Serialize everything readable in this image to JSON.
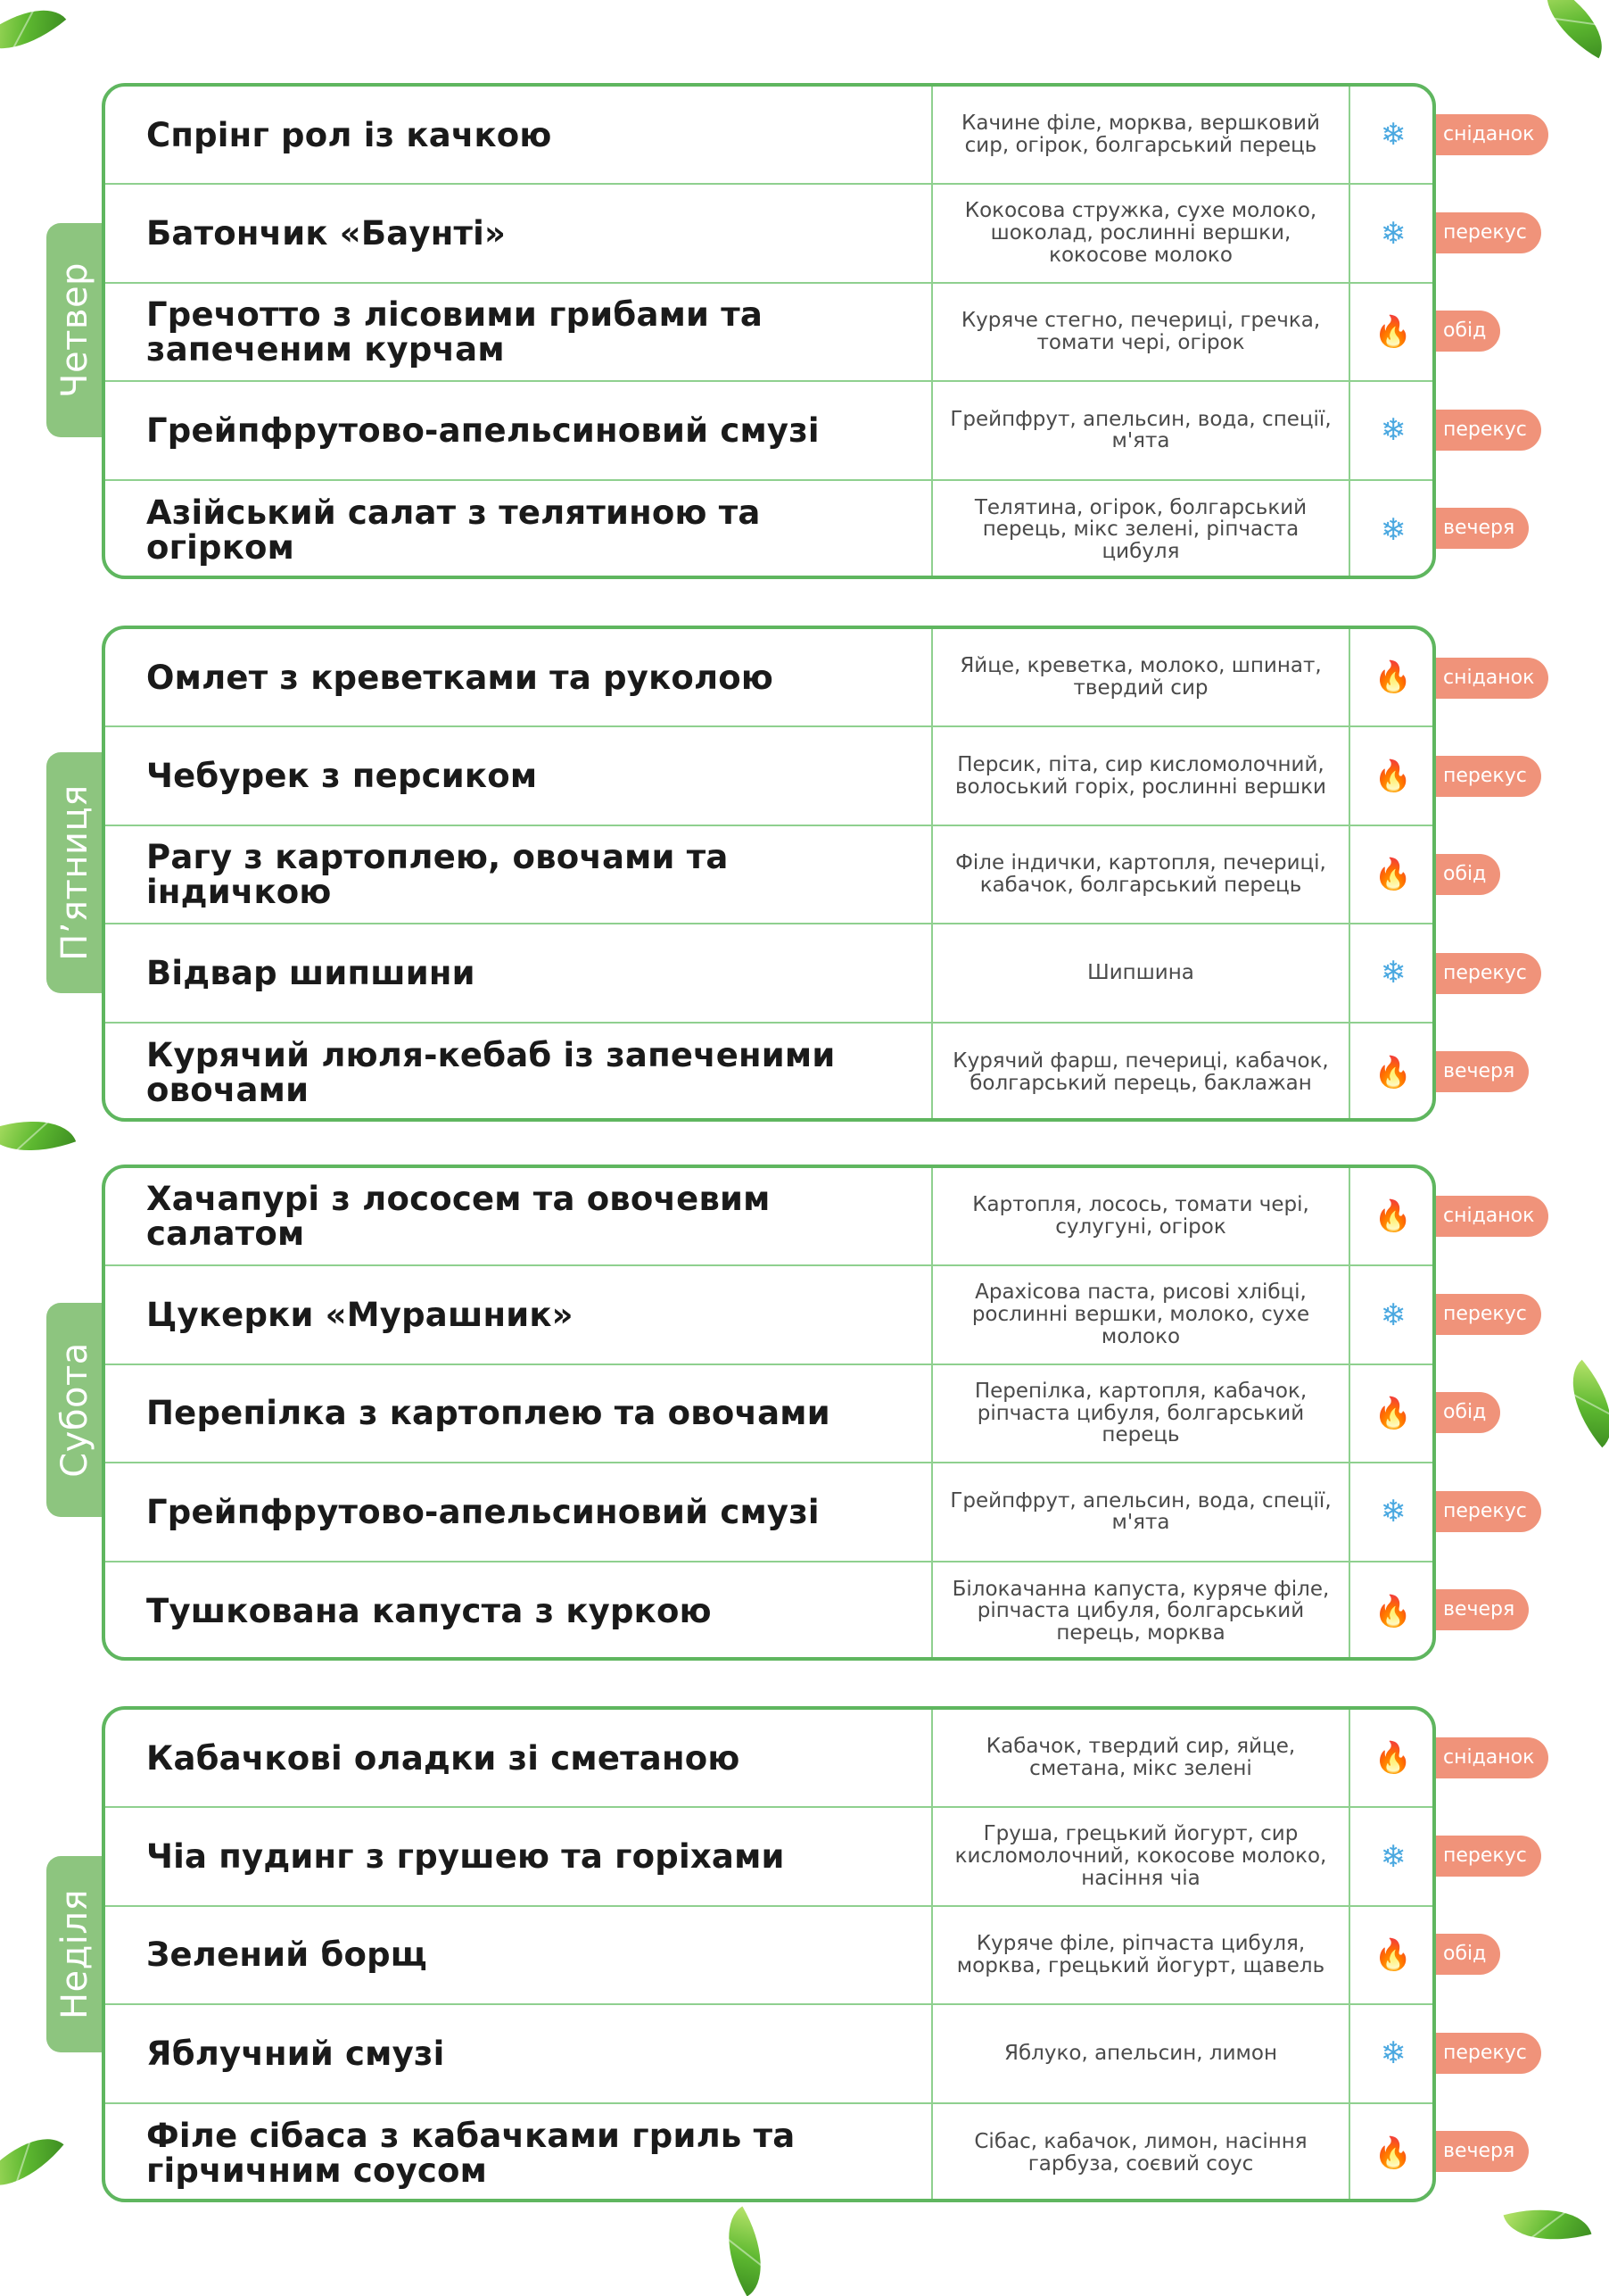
{
  "days": [
    {
      "name": "Четвер",
      "meals": [
        {
          "dish": "Спрінг рол із качкою",
          "ingredients": "Качине філе, морква, вершковий сир, огірок, болгарський перець",
          "prep": "cold",
          "meal_type": "сніданок"
        },
        {
          "dish": "Батончик «Баунті»",
          "ingredients": "Кокосова стружка, сухе молоко, шоколад, рослинні вершки, кокосове молоко",
          "prep": "cold",
          "meal_type": "перекус"
        },
        {
          "dish": "Гречотто з лісовими грибами та запеченим курчам",
          "ingredients": "Куряче стегно, печериці, гречка, томати чері, огірок",
          "prep": "hot",
          "meal_type": "обід"
        },
        {
          "dish": "Грейпфрутово-апельсиновий смузі",
          "ingredients": "Грейпфрут, апельсин, вода, спеції, м'ята",
          "prep": "cold",
          "meal_type": "перекус"
        },
        {
          "dish": "Азійський салат з телятиною та огірком",
          "ingredients": "Телятина, огірок, болгарський перець, мікс зелені, ріпчаста цибуля",
          "prep": "cold",
          "meal_type": "вечеря"
        }
      ]
    },
    {
      "name": "П’ятниця",
      "meals": [
        {
          "dish": "Омлет з креветками та руколою",
          "ingredients": "Яйце, креветка, молоко, шпинат, твердий сир",
          "prep": "hot",
          "meal_type": "сніданок"
        },
        {
          "dish": "Чебурек з персиком",
          "ingredients": "Персик, піта, сир кисломолочний, волоський горіх, рослинні вершки",
          "prep": "hot",
          "meal_type": "перекус"
        },
        {
          "dish": "Рагу з картоплею, овочами та індичкою",
          "ingredients": "Філе індички, картопля, печериці, кабачок, болгарський перець",
          "prep": "hot",
          "meal_type": "обід"
        },
        {
          "dish": "Відвар шипшини",
          "ingredients": "Шипшина",
          "prep": "cold",
          "meal_type": "перекус"
        },
        {
          "dish": "Курячий люля-кебаб із запеченими овочами",
          "ingredients": "Курячий фарш, печериці, кабачок, болгарський перець, баклажан",
          "prep": "hot",
          "meal_type": "вечеря"
        }
      ]
    },
    {
      "name": "Субота",
      "meals": [
        {
          "dish": "Хачапурі з лососем та овочевим салатом",
          "ingredients": "Картопля, лосось, томати чері, сулугуні, огірок",
          "prep": "hot",
          "meal_type": "сніданок"
        },
        {
          "dish": "Цукерки «Мурашник»",
          "ingredients": "Арахісова паста, рисові хлібці, рослинні вершки, молоко, сухе молоко",
          "prep": "cold",
          "meal_type": "перекус"
        },
        {
          "dish": "Перепілка з картоплею та овочами",
          "ingredients": "Перепілка, картопля, кабачок, ріпчаста цибуля, болгарський перець",
          "prep": "hot",
          "meal_type": "обід"
        },
        {
          "dish": "Грейпфрутово-апельсиновий смузі",
          "ingredients": "Грейпфрут, апельсин, вода, спеції, м'ята",
          "prep": "cold",
          "meal_type": "перекус"
        },
        {
          "dish": "Тушкована капуста з куркою",
          "ingredients": "Білокачанна капуста, куряче філе, ріпчаста цибуля, болгарський перець, морква",
          "prep": "hot",
          "meal_type": "вечеря"
        }
      ]
    },
    {
      "name": "Неділя",
      "meals": [
        {
          "dish": "Кабачкові оладки зі сметаною",
          "ingredients": "Кабачок, твердий сир, яйце, сметана, мікс зелені",
          "prep": "hot",
          "meal_type": "сніданок"
        },
        {
          "dish": "Чіа пудинг з грушею та горіхами",
          "ingredients": "Груша, грецький йогурт, сир кисломолочний, кокосове молоко, насіння чіа",
          "prep": "cold",
          "meal_type": "перекус"
        },
        {
          "dish": "Зелений борщ",
          "ingredients": "Куряче філе, ріпчаста цибуля, морква, грецький йогурт, щавель",
          "prep": "hot",
          "meal_type": "обід"
        },
        {
          "dish": "Яблучний смузі",
          "ingredients": "Яблуко, апельсин, лимон",
          "prep": "cold",
          "meal_type": "перекус"
        },
        {
          "dish": "Філе сібаса з кабачками гриль та гірчичним соусом",
          "ingredients": "Сібас, кабачок, лимон, насіння гарбуза, соєвий соус",
          "prep": "hot",
          "meal_type": "вечеря"
        }
      ]
    }
  ],
  "icons": {
    "cold": "snowflake-icon",
    "hot": "flame-icon"
  },
  "colors": {
    "border": "#5fb65f",
    "day_tab": "#8dc57f",
    "badge": "#f0937a",
    "cold_icon": "#4aa8e0",
    "hot_icon": "#f0603c"
  }
}
